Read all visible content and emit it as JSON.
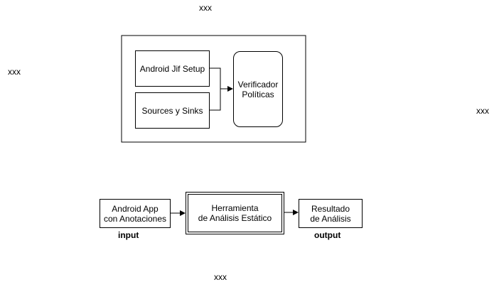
{
  "corner_labels": {
    "top": "xxx",
    "left": "xxx",
    "right": "xxx",
    "bottom": "xxx"
  },
  "detail_panel": {
    "android_jif_setup": "Android Jif Setup",
    "sources_sinks": "Sources y Sinks",
    "verifier_line1": "Verificador",
    "verifier_line2": "Políticas"
  },
  "pipeline": {
    "input_line1": "Android App",
    "input_line2": "con Anotaciones",
    "tool_line1": "Herramienta",
    "tool_line2": "de Análisis Estático",
    "output_line1": "Resultado",
    "output_line2": "de Análisis",
    "input_caption": "input",
    "output_caption": "output"
  }
}
